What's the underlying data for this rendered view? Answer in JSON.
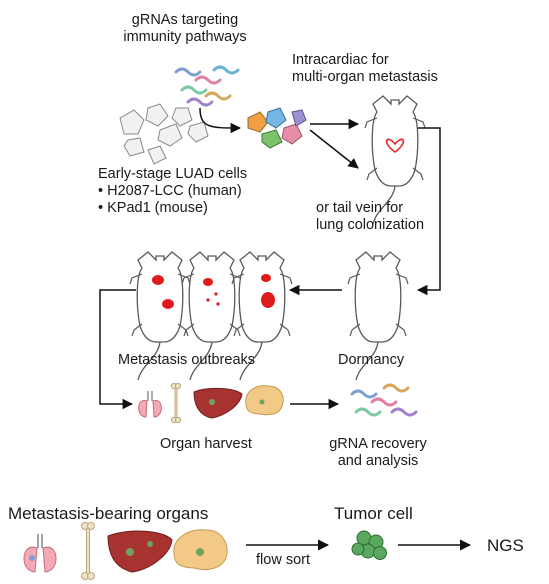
{
  "labels": {
    "grnas_line1": "gRNAs targeting",
    "grnas_line2": "immunity pathways",
    "intracardiac_line1": "Intracardiac for",
    "intracardiac_line2": "multi-organ metastasis",
    "cells_title": "Early-stage LUAD cells",
    "cells_item1": "• H2087-LCC (human)",
    "cells_item2": "• KPad1 (mouse)",
    "tailvein_line1": "or tail vein for",
    "tailvein_line2": "lung colonization",
    "metastasis_outbreaks": "Metastasis outbreaks",
    "dormancy": "Dormancy",
    "organ_harvest": "Organ harvest",
    "grna_recovery_line1": "gRNA recovery",
    "grna_recovery_line2": "and analysis",
    "metastasis_organs": "Metastasis-bearing organs",
    "tumor_cell": "Tumor cell",
    "flow_sort": "flow sort",
    "ngs": "NGS"
  },
  "colors": {
    "arrow": "#111111",
    "mouse_outline": "#5a5a5a",
    "tumor_red": "#e01b1b",
    "heart": "#e3262d",
    "liver": "#a8322f",
    "brain": "#f2c987",
    "lung": "#f4a9b5",
    "bone": "#efe3c4",
    "tumor_green": "#5aa85f"
  }
}
